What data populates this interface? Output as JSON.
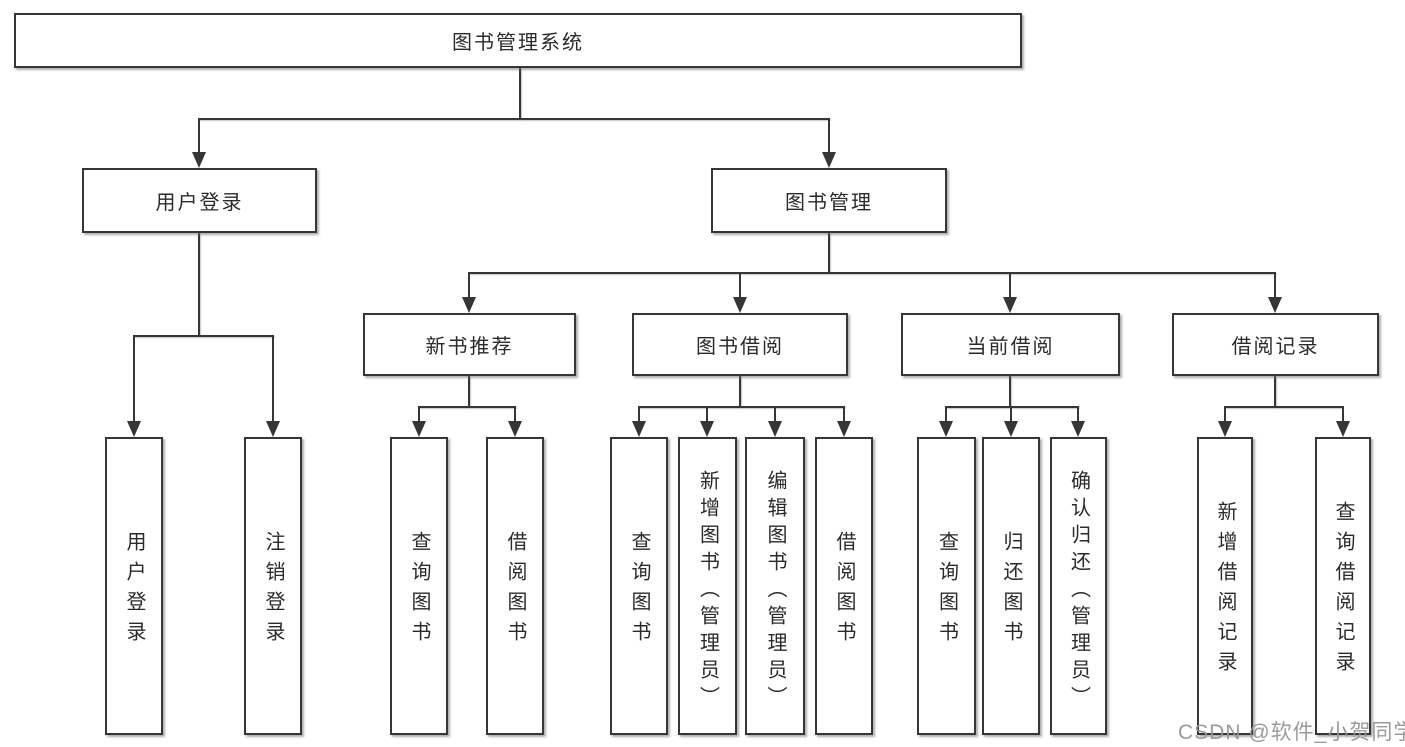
{
  "diagram": {
    "type": "hierarchy-tree",
    "root": {
      "label": "图书管理系统",
      "children": [
        {
          "label": "用户登录",
          "children": [
            {
              "label": "用户登录"
            },
            {
              "label": "注销登录"
            }
          ]
        },
        {
          "label": "图书管理",
          "children": [
            {
              "label": "新书推荐",
              "children": [
                {
                  "label": "查询图书"
                },
                {
                  "label": "借阅图书"
                }
              ]
            },
            {
              "label": "图书借阅",
              "children": [
                {
                  "label": "查询图书"
                },
                {
                  "label": "新增图书（管理员）"
                },
                {
                  "label": "编辑图书（管理员）"
                },
                {
                  "label": "借阅图书"
                }
              ]
            },
            {
              "label": "当前借阅",
              "children": [
                {
                  "label": "查询图书"
                },
                {
                  "label": "归还图书"
                },
                {
                  "label": "确认归还（管理员）"
                }
              ]
            },
            {
              "label": "借阅记录",
              "children": [
                {
                  "label": "新增借阅记录"
                },
                {
                  "label": "查询借阅记录"
                }
              ]
            }
          ]
        }
      ]
    }
  },
  "watermark": "CSDN @软件_小贺同学",
  "colors": {
    "line": "#363636",
    "box_border": "#363636",
    "box_fill": "#ffffff",
    "text": "#2b2b2b",
    "background": "#ffffff",
    "watermark": "#969696"
  }
}
